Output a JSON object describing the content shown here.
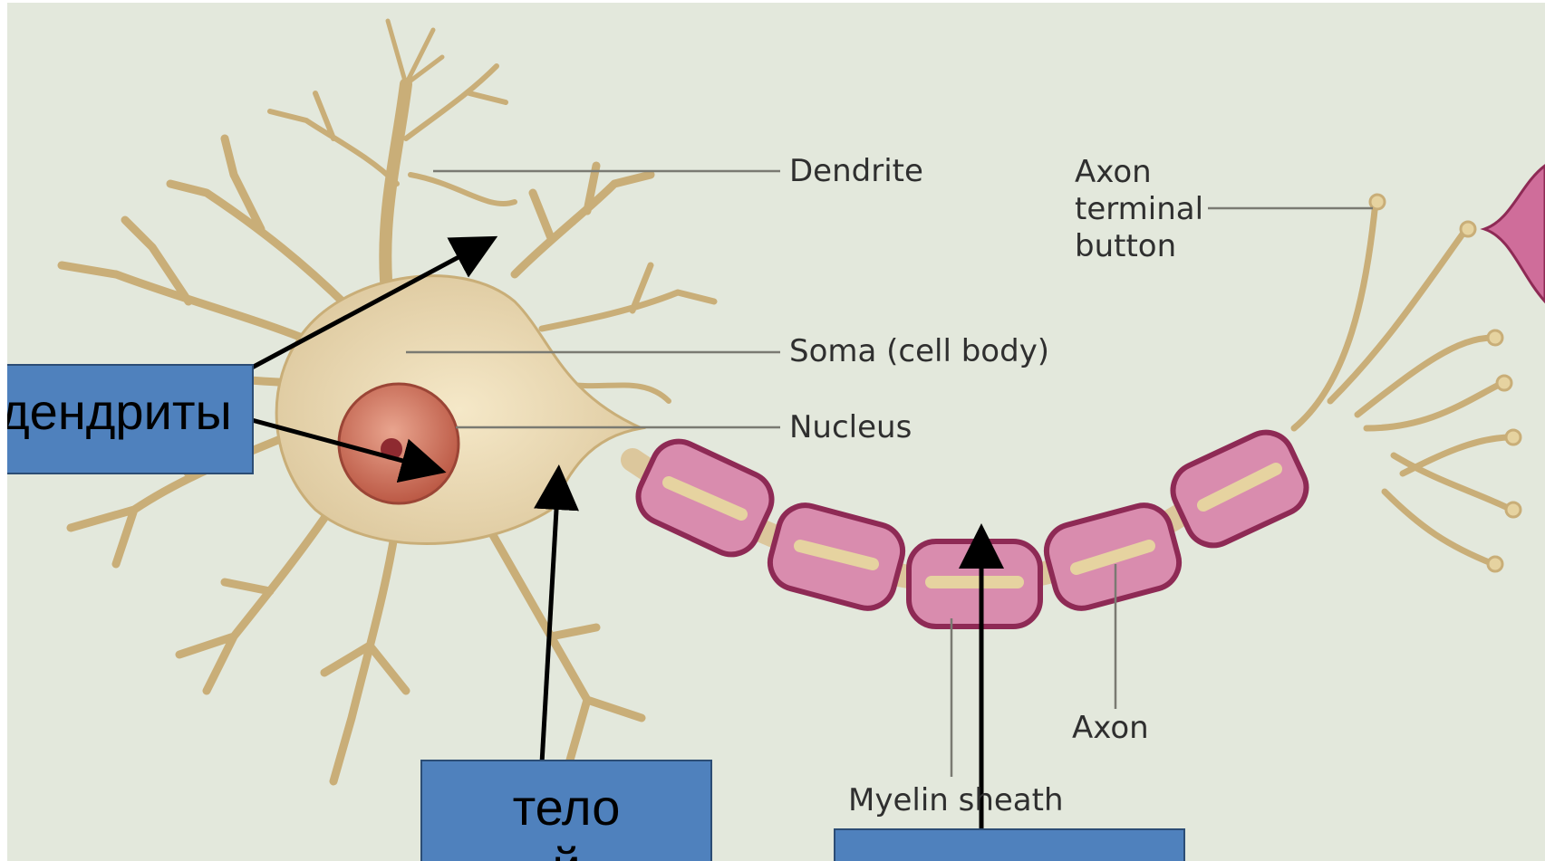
{
  "diagram": {
    "labels": {
      "dendrite": "Dendrite",
      "axon_terminal_line1": "Axon",
      "axon_terminal_line2": "terminal",
      "axon_terminal_line3": "button",
      "soma": "Soma (cell body)",
      "nucleus": "Nucleus",
      "axon": "Axon",
      "myelin_sheath": "Myelin sheath"
    },
    "callouts": {
      "dendrites": "дендриты",
      "cell_body_line1": "тело",
      "cell_body_line2": "й",
      "axon_box": ""
    }
  },
  "colors": {
    "background": "#e3e8dc",
    "neuron_fill": "#dcc79c",
    "neuron_stroke": "#b89c62",
    "nucleus": "#c96e5a",
    "myelin": "#8e2a55",
    "myelin_fill": "#d98cae",
    "callout_box": "#4f81bd",
    "arrow": "#000000"
  }
}
